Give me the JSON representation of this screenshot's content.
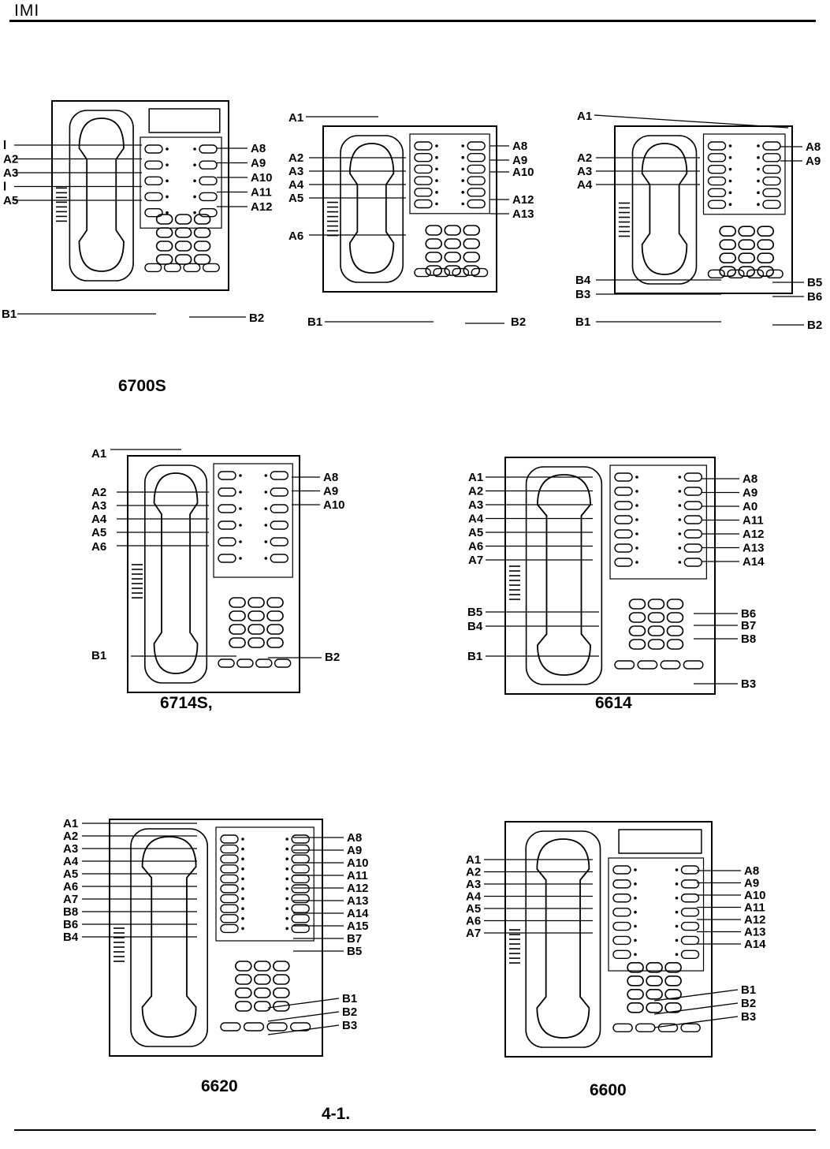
{
  "header": {
    "text": "IMI"
  },
  "figure_caption": "4-1.",
  "phones": [
    {
      "model": "6700S",
      "left_labels": [
        "l",
        "A2",
        "A3",
        "l",
        "A5"
      ],
      "right_labels": [
        "A8",
        "A9",
        "A10",
        "A11",
        "A12"
      ],
      "bottom_left": [
        "B1"
      ],
      "bottom_right": [
        "B2"
      ]
    },
    {
      "model": "",
      "top_label": "A1",
      "left_labels": [
        "A2",
        "A3",
        "A4",
        "A5"
      ],
      "mid_label": "A6",
      "right_labels": [
        "A8",
        "A9",
        "A10",
        "A12",
        "A13"
      ],
      "bottom_left": [
        "B1"
      ],
      "bottom_right": [
        "B2"
      ]
    },
    {
      "model": "",
      "top_label": "A1",
      "left_labels": [
        "A2",
        "A3",
        "A4"
      ],
      "right_labels": [
        "A8",
        "A9"
      ],
      "bottom_left": [
        "B4",
        "B3",
        "B1"
      ],
      "bottom_right": [
        "B5",
        "B6",
        "B2"
      ]
    },
    {
      "model": "6714S,",
      "top_label": "A1",
      "left_labels": [
        "A2",
        "A3",
        "A4",
        "A5"
      ],
      "mid_label": "A6",
      "right_labels": [
        "A8",
        "A9",
        "A10"
      ],
      "bottom_left": [
        "B1"
      ],
      "bottom_right": [
        "B2"
      ]
    },
    {
      "model": "6614",
      "left_labels": [
        "A1",
        "A2",
        "A3",
        "A4",
        "A5",
        "A6",
        "A7"
      ],
      "right_labels": [
        "A8",
        "A9",
        "A0",
        "A11",
        "A12",
        "A13",
        "A14"
      ],
      "bottom_left": [
        "B5",
        "B4",
        "B1"
      ],
      "bottom_right": [
        "B6",
        "B7",
        "B8",
        "B3"
      ]
    },
    {
      "model": "6620",
      "left_labels": [
        "A1",
        "A2",
        "A3",
        "A4",
        "A5",
        "A6",
        "A7",
        "B8",
        "B6",
        "B4"
      ],
      "right_labels": [
        "A8",
        "A9",
        "A10",
        "A11",
        "A12",
        "A13",
        "A14",
        "A15",
        "B7",
        "B5"
      ],
      "bottom_right": [
        "B1",
        "B2",
        "B3"
      ]
    },
    {
      "model": "6600",
      "left_labels": [
        "A1",
        "A2",
        "A3",
        "A4",
        "A5",
        "A6",
        "A7"
      ],
      "right_labels": [
        "A8",
        "A9",
        "A10",
        "A11",
        "A12",
        "A13",
        "A14"
      ],
      "bottom_right": [
        "B1",
        "B2",
        "B3"
      ]
    }
  ]
}
